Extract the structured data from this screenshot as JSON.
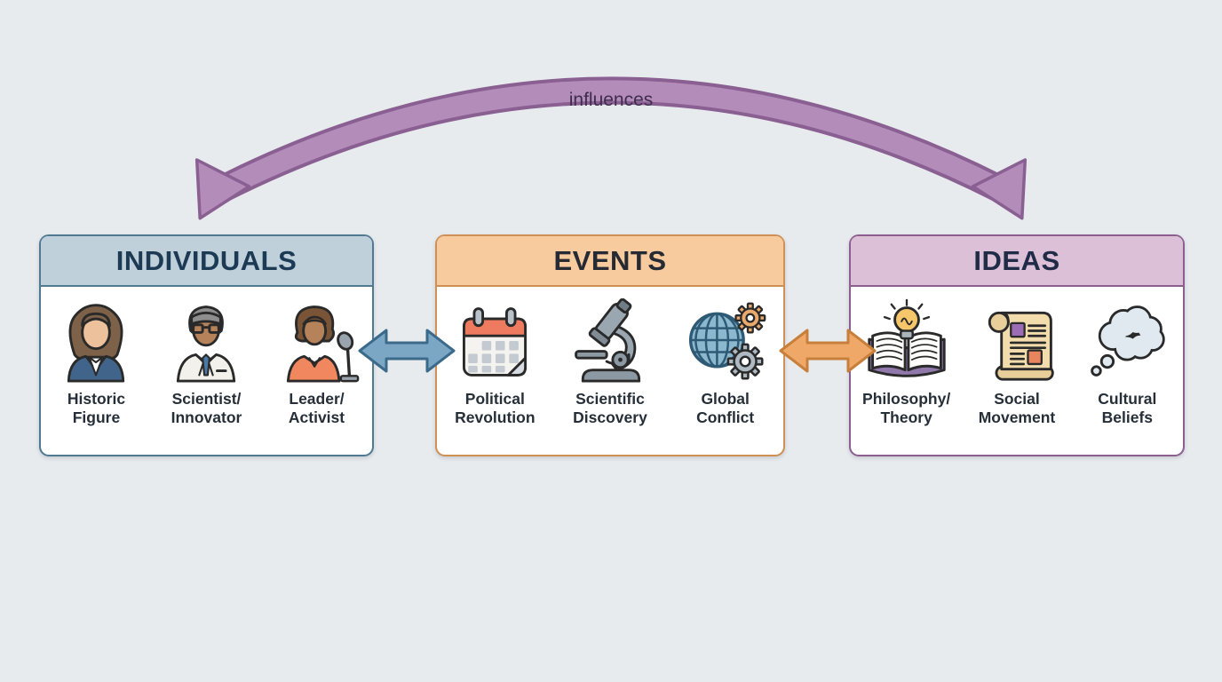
{
  "background_color": "#e8ebee",
  "top_arrow": {
    "label": "influences",
    "fill": "#b48cba",
    "stroke": "#8a5f92",
    "label_color": "#3f2d4e",
    "direction": "double-headed arc between INDIVIDUALS and IDEAS"
  },
  "connectors": [
    {
      "between": "individuals-events",
      "type": "double-headed",
      "fill": "#7ba7c4",
      "stroke": "#3c6a8a"
    },
    {
      "between": "events-ideas",
      "type": "double-headed",
      "fill": "#f0a868",
      "stroke": "#c77f3c"
    }
  ],
  "panels": [
    {
      "title": "INDIVIDUALS",
      "header_bg": "#bfd0da",
      "border_color": "#4f7a92",
      "title_color": "#1d3a55",
      "items": [
        {
          "icon": "historic-figure-icon",
          "line1": "Historic",
          "line2": "Figure"
        },
        {
          "icon": "scientist-innovator-icon",
          "line1": "Scientist/",
          "line2": "Innovator"
        },
        {
          "icon": "leader-activist-icon",
          "line1": "Leader/",
          "line2": "Activist"
        }
      ]
    },
    {
      "title": "EVENTS",
      "header_bg": "#f7cb9e",
      "border_color": "#cf9055",
      "title_color": "#262b33",
      "items": [
        {
          "icon": "calendar-icon",
          "line1": "Political",
          "line2": "Revolution"
        },
        {
          "icon": "microscope-icon",
          "line1": "Scientific",
          "line2": "Discovery"
        },
        {
          "icon": "globe-gears-icon",
          "line1": "Global",
          "line2": "Conflict"
        }
      ]
    },
    {
      "title": "IDEAS",
      "header_bg": "#dcc0d8",
      "border_color": "#8c5f90",
      "title_color": "#1f2b47",
      "items": [
        {
          "icon": "book-lightbulb-icon",
          "line1": "Philosophy/",
          "line2": "Theory"
        },
        {
          "icon": "scroll-icon",
          "line1": "Social",
          "line2": "Movement"
        },
        {
          "icon": "thought-cloud-icon",
          "line1": "Cultural",
          "line2": "Beliefs"
        }
      ]
    }
  ]
}
